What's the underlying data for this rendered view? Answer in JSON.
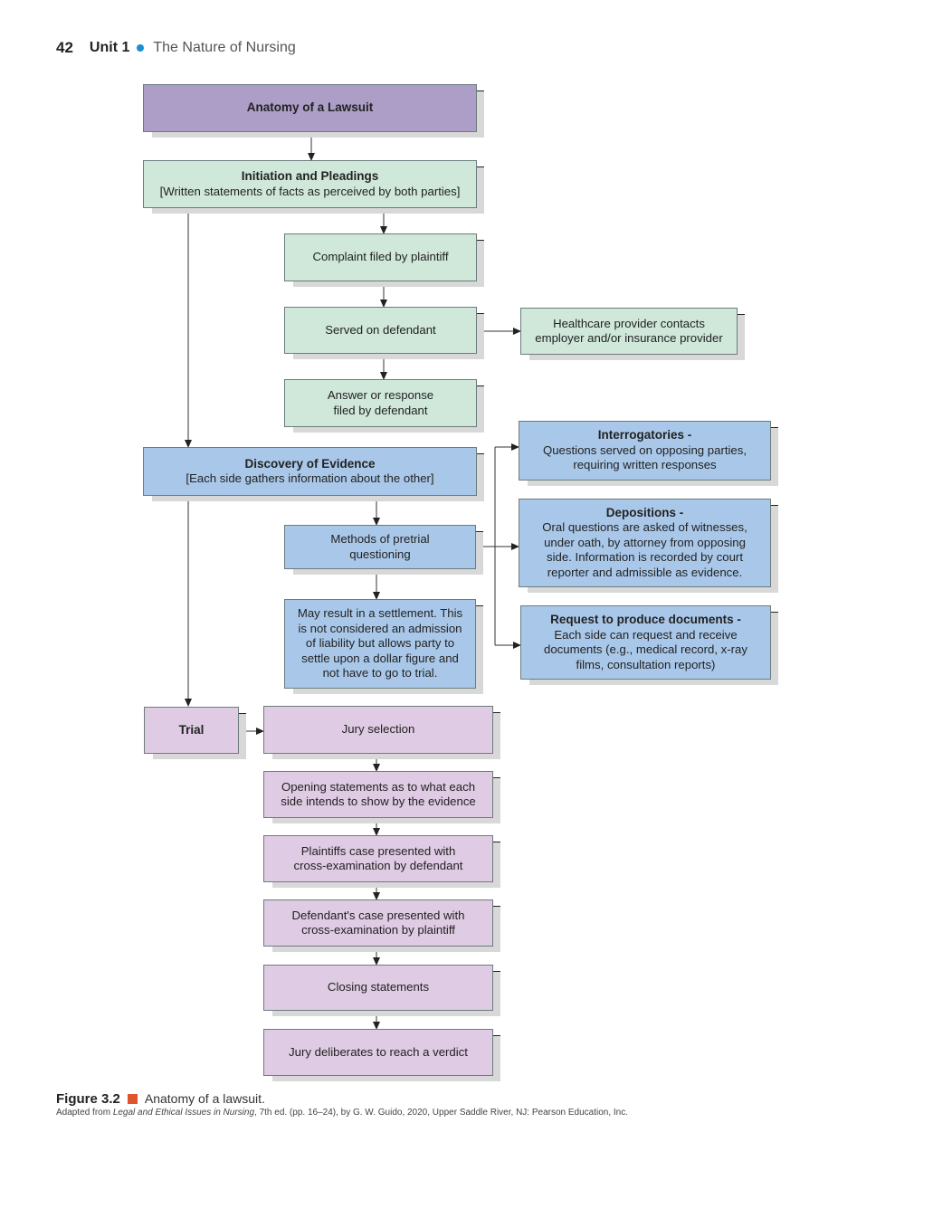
{
  "header": {
    "page_number": "42",
    "unit": "Unit 1",
    "chapter": "The Nature of Nursing"
  },
  "colors": {
    "title": "#ad9ec7",
    "pleadings": "#cfe8da",
    "discovery": "#a9c8e9",
    "trial": "#dfcbe3",
    "header_dot": "#1a8fd1",
    "caption_square": "#e0532c"
  },
  "flowchart": {
    "title": "Anatomy of a Lawsuit",
    "pleadings": {
      "title": "Initiation and Pleadings",
      "subtitle": "[Written statements of facts as perceived by both parties]",
      "complaint": "Complaint filed by plaintiff",
      "served": "Served on defendant",
      "healthcare_line1": "Healthcare provider contacts",
      "healthcare_line2": "employer and/or insurance provider",
      "answer_line1": "Answer or response",
      "answer_line2": "filed by defendant"
    },
    "discovery": {
      "title": "Discovery of Evidence",
      "subtitle": "[Each side gathers information about the other]",
      "methods_line1": "Methods of pretrial",
      "methods_line2": "questioning",
      "settlement": "May result in a settlement. This is not considered an admission of liability but allows party to settle upon a dollar figure and not have to go to trial.",
      "interrogatories_title": "Interrogatories -",
      "interrogatories_text": "Questions served on opposing parties, requiring written responses",
      "depositions_title": "Depositions -",
      "depositions_text": "Oral questions are asked of witnesses, under oath, by attorney from opposing side. Information is recorded by court reporter and admissible as evidence.",
      "documents_title": "Request to produce documents -",
      "documents_text": "Each side can request and receive documents (e.g., medical record, x-ray films, consultation reports)"
    },
    "trial": {
      "title": "Trial",
      "jury_selection": "Jury selection",
      "opening": "Opening statements as to what each side intends to show by the evidence",
      "plaintiff_case": "Plaintiffs case presented with cross-examination by defendant",
      "defendant_case": "Defendant's case presented with cross-examination by plaintiff",
      "closing": "Closing statements",
      "verdict": "Jury deliberates to reach a verdict"
    }
  },
  "caption": {
    "label": "Figure 3.2",
    "text": "Anatomy of a lawsuit.",
    "credit_prefix": "Adapted from ",
    "credit_title": "Legal and Ethical Issues in Nursing",
    "credit_suffix": ", 7th ed. (pp. 16–24), by G. W. Guido, 2020, Upper Saddle River, NJ: Pearson Education, Inc."
  }
}
